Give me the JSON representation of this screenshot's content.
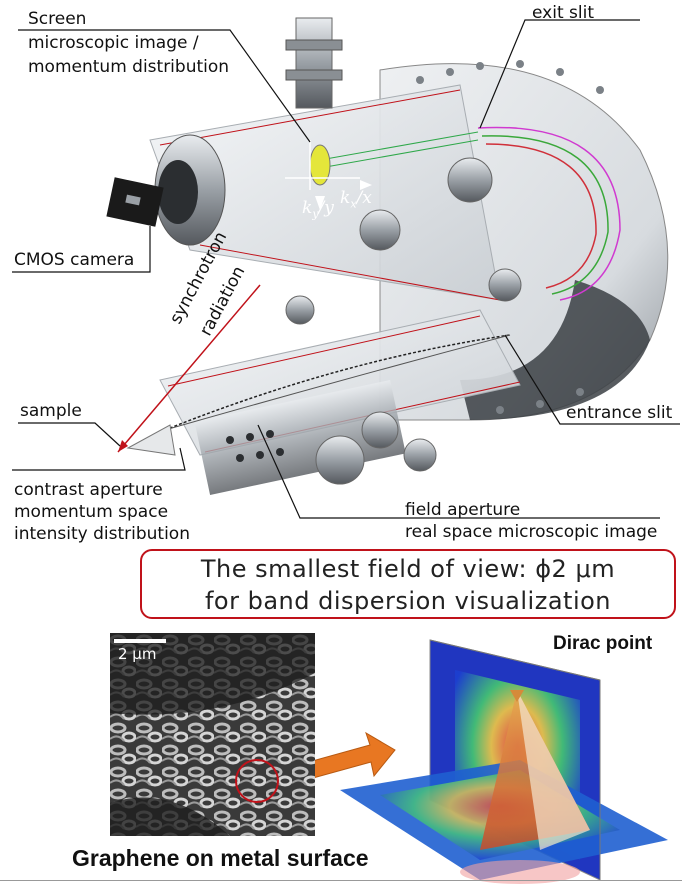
{
  "labels": {
    "screen": "Screen",
    "screen_sub1": "microscopic image /",
    "screen_sub2": "momentum distribution",
    "exit_slit": "exit slit",
    "cmos": "CMOS camera",
    "sync1": "synchrotron",
    "sync2": "radiation",
    "sample": "sample",
    "entrance_slit": "entrance slit",
    "contrast1": "contrast aperture",
    "contrast2": "momentum space",
    "contrast3": "intensity distribution",
    "field1": "field aperture",
    "field2": "real space microscopic image",
    "ky": "k",
    "ky_sub": "y",
    "ky_rest": "/y",
    "kx": "k",
    "kx_sub": "x",
    "kx_rest": "/x"
  },
  "highlight": {
    "line1": "The smallest field of view: ϕ2 μm",
    "line2": "for band dispersion visualization"
  },
  "micrograph": {
    "scale_label": "2 μm",
    "caption": "Graphene on metal surface"
  },
  "band": {
    "title": "Dirac point"
  },
  "colors": {
    "accent_red": "#c0121a",
    "arrow_orange": "#e87722"
  }
}
